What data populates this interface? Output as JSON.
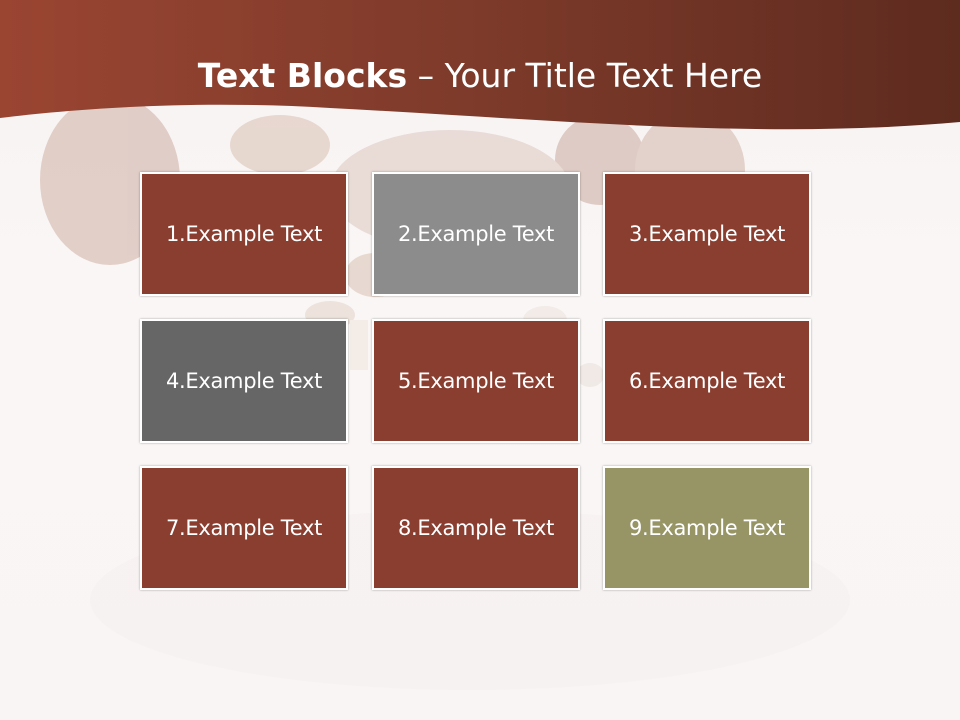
{
  "slide": {
    "title_bold": "Text Blocks",
    "title_separator": " – ",
    "title_rest": "Your Title Text Here"
  },
  "colors": {
    "header": "#8a3d2e",
    "block_default": "#8a3e30",
    "block_gray": "#8c8c8c",
    "block_dark_gray": "#666666",
    "block_olive": "#979565"
  },
  "blocks": [
    {
      "label": "1.Example Text",
      "color": "#8a3e30"
    },
    {
      "label": "2.Example Text",
      "color": "#8c8c8c"
    },
    {
      "label": "3.Example Text",
      "color": "#8a3e30"
    },
    {
      "label": "4.Example Text",
      "color": "#666666"
    },
    {
      "label": "5.Example Text",
      "color": "#8a3e30"
    },
    {
      "label": "6.Example Text",
      "color": "#8a3e30"
    },
    {
      "label": "7.Example Text",
      "color": "#8a3e30"
    },
    {
      "label": "8.Example Text",
      "color": "#8a3e30"
    },
    {
      "label": "9.Example Text",
      "color": "#979565"
    }
  ]
}
